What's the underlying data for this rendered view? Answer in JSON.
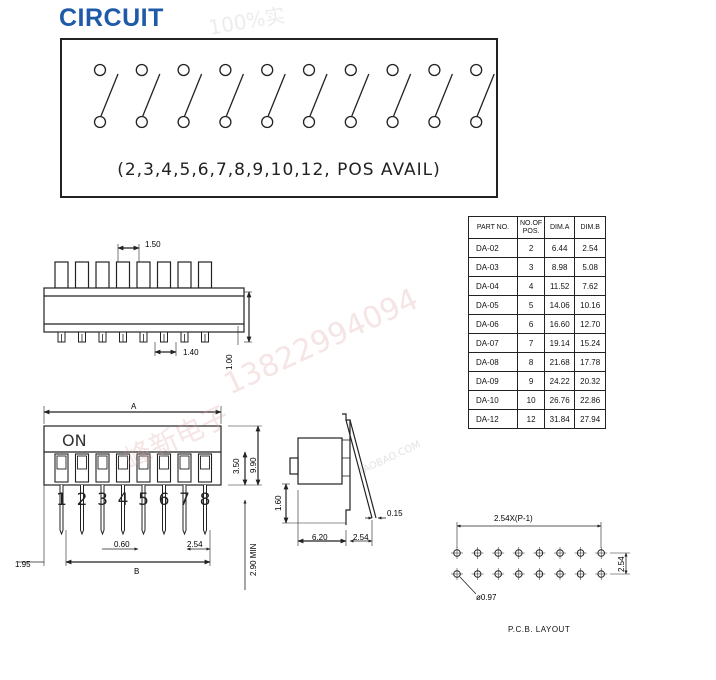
{
  "heading": "CIRCUIT",
  "circuit": {
    "note": "(2,3,4,5,6,7,8,9,10,12, POS AVAIL)",
    "switch_count": 10
  },
  "table": {
    "headers": [
      "PART NO.",
      "NO.OF POS.",
      "DIM.A",
      "DIM.B"
    ],
    "rows": [
      [
        "DA-02",
        "2",
        "6.44",
        "2.54"
      ],
      [
        "DA-03",
        "3",
        "8.98",
        "5.08"
      ],
      [
        "DA-04",
        "4",
        "11.52",
        "7.62"
      ],
      [
        "DA-05",
        "5",
        "14.06",
        "10.16"
      ],
      [
        "DA-06",
        "6",
        "16.60",
        "12.70"
      ],
      [
        "DA-07",
        "7",
        "19.14",
        "15.24"
      ],
      [
        "DA-08",
        "8",
        "21.68",
        "17.78"
      ],
      [
        "DA-09",
        "9",
        "24.22",
        "20.32"
      ],
      [
        "DA-10",
        "10",
        "26.76",
        "22.86"
      ],
      [
        "DA-12",
        "12",
        "31.84",
        "27.94"
      ]
    ]
  },
  "top_view": {
    "dim_1_50": "1.50",
    "dim_1_40": "1.40",
    "dim_1_00": "1.00"
  },
  "front_view": {
    "on_label": "ON",
    "numbers": [
      "1",
      "2",
      "3",
      "4",
      "5",
      "6",
      "7",
      "8"
    ],
    "dim_A": "A",
    "dim_B": "B",
    "dim_3_50": "3.50",
    "dim_9_90": "9.90",
    "dim_1_95": "1.95",
    "dim_0_60": "0.60",
    "dim_2_54": "2.54",
    "dim_2_90": "2.90 MIN"
  },
  "side_view": {
    "dim_1_60": "1.60",
    "dim_0_15": "0.15",
    "dim_6_20": "6.20",
    "dim_2_54": "2.54"
  },
  "pcb": {
    "pitch_label": "2.54X(P-1)",
    "row_gap": "2.54",
    "hole": "ø0.97",
    "caption": "P.C.B. LAYOUT"
  },
  "watermarks": [
    "100%实",
    "13822994094",
    "峰新电子",
    "TAOBAO.COM"
  ]
}
